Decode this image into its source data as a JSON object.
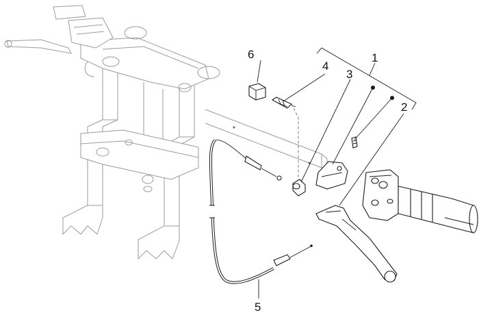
{
  "callouts": {
    "c1": "1",
    "c2": "2",
    "c3": "3",
    "c4": "4",
    "c5": "5",
    "c6": "6"
  },
  "colors": {
    "line": "#1a1a1a",
    "ghost": "#9a9a9a",
    "background": "#ffffff"
  }
}
